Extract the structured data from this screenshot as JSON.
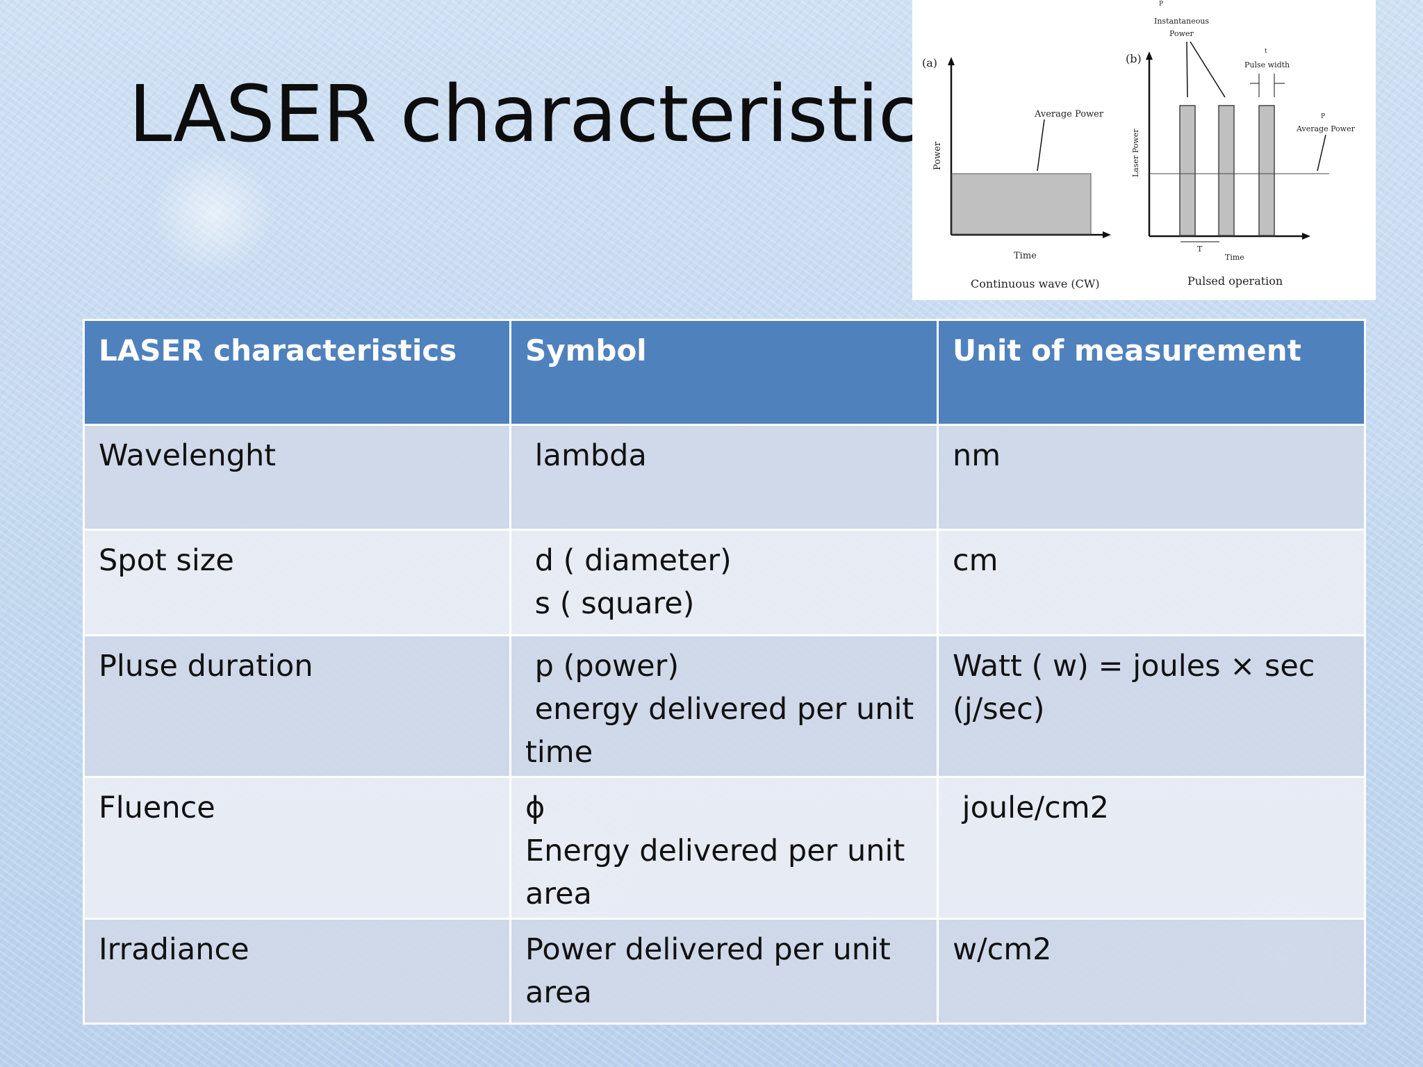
{
  "slide": {
    "title": "LASER characteristics"
  },
  "figure": {
    "panel_a": {
      "tag": "(a)",
      "ylabel": "Power",
      "xlabel": "Time",
      "annotation": "Average Power",
      "caption": "Continuous wave (CW)"
    },
    "panel_b": {
      "tag": "(b)",
      "ylabel": "Laser Power",
      "xlabel": "Time",
      "peak_symbol": "P",
      "peak_label_1": "Instantaneous",
      "peak_label_2": "Power",
      "pulse_width_symbol": "t",
      "pulse_width_label": "Pulse width",
      "avg_symbol": "P",
      "avg_label": "Average Power",
      "period_label": "T",
      "caption": "Pulsed operation"
    }
  },
  "table": {
    "headers": [
      "LASER  characteristics",
      "Symbol",
      "Unit of measurement"
    ],
    "rows": [
      {
        "characteristic": "Wavelenght",
        "symbol": [
          " lambda"
        ],
        "unit": [
          "nm"
        ]
      },
      {
        "characteristic": "Spot size",
        "symbol": [
          " d ( diameter)",
          " s ( square)"
        ],
        "unit": [
          "cm"
        ]
      },
      {
        "characteristic": "Pluse duration",
        "symbol": [
          " p (power)",
          " energy delivered per unit time"
        ],
        "unit": [
          "Watt ( w) = joules × sec (j/sec)"
        ]
      },
      {
        "characteristic": "Fluence",
        "symbol": [
          "ϕ",
          "Energy delivered per unit area"
        ],
        "unit": [
          " joule/cm2"
        ]
      },
      {
        "characteristic": "Irradiance",
        "symbol": [
          "Power delivered per unit area"
        ],
        "unit": [
          "w/cm2"
        ]
      }
    ]
  },
  "colors": {
    "header_bg": "#4f81bd",
    "row_odd_bg": "#d0d8e8",
    "row_even_bg": "#e9edf4",
    "bar_fill": "#c0c0c0"
  }
}
